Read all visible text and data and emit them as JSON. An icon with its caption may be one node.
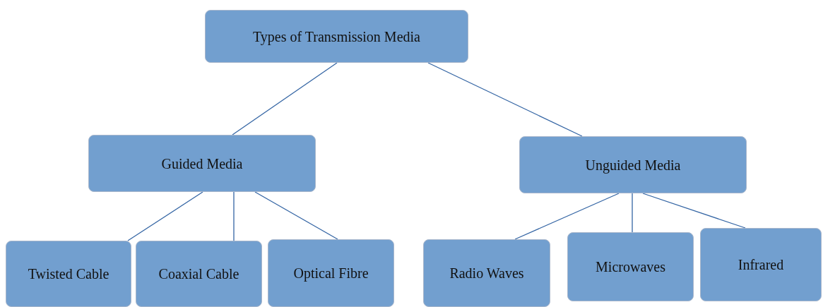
{
  "diagram": {
    "nodes": [
      {
        "text": [
          "Types of Transmission Media"
        ]
      },
      {
        "text": [
          "Guided Media"
        ]
      },
      {
        "text": [
          "Unguided Media"
        ]
      },
      {
        "text": [
          "Twisted Cable"
        ]
      },
      {
        "text": [
          "Coaxial Cable"
        ]
      },
      {
        "text": [
          "Optical Fibre"
        ]
      },
      {
        "text": [
          "Radio Waves"
        ]
      },
      {
        "text": [
          "Microwaves"
        ]
      },
      {
        "text": [
          "Infrared"
        ]
      }
    ],
    "edges": [
      {
        "from": 0,
        "to": 1,
        "arrow": "none"
      },
      {
        "from": 0,
        "to": 2,
        "arrow": "none"
      },
      {
        "from": 1,
        "to": 3,
        "arrow": "none"
      },
      {
        "from": 1,
        "to": 4,
        "arrow": "none"
      },
      {
        "from": 1,
        "to": 5,
        "arrow": "none"
      },
      {
        "from": 2,
        "to": 6,
        "arrow": "none"
      },
      {
        "from": 2,
        "to": 7,
        "arrow": "none"
      },
      {
        "from": 2,
        "to": 8,
        "arrow": "none"
      }
    ]
  }
}
